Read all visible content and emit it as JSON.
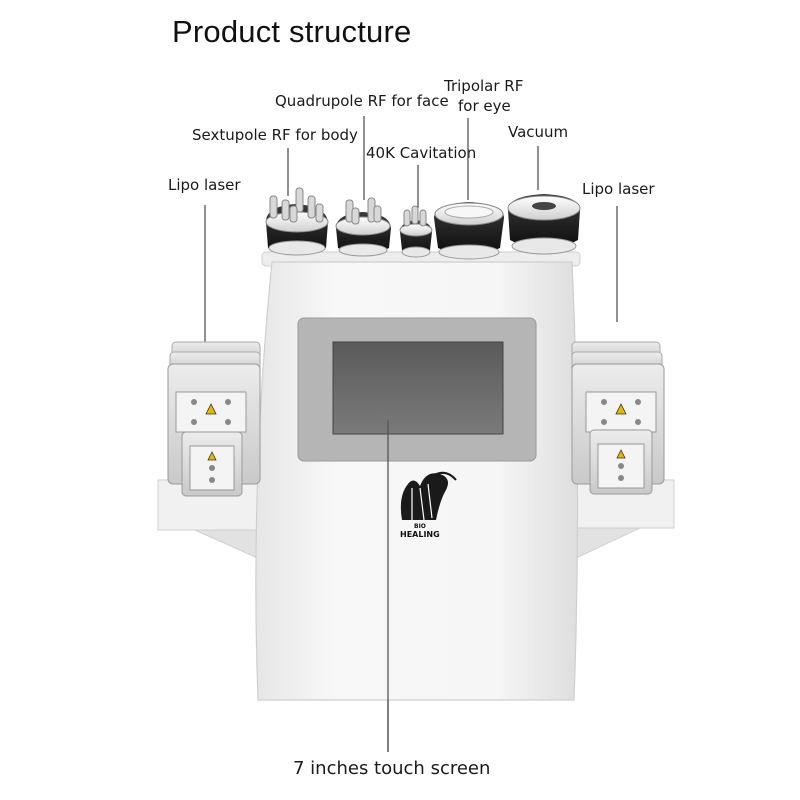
{
  "title": "Product structure",
  "labels": {
    "sextupole": "Sextupole RF for body",
    "quadrupole": "Quadrupole RF for face",
    "cavitation": "40K Cavitation",
    "tripolar_line1": "Tripolar RF",
    "tripolar_line2": "for eye",
    "vacuum": "Vacuum",
    "lipo_left": "Lipo laser",
    "lipo_right": "Lipo laser",
    "screen": "7 inches touch screen"
  },
  "logo": {
    "line1": "BIO",
    "line2": "HEALING"
  },
  "colors": {
    "body": "#f2f2f2",
    "screen_frame": "#b5b5b5",
    "screen": "#6a6a6a",
    "handle_black": "#1e1e1e",
    "leader_line": "#555555"
  }
}
